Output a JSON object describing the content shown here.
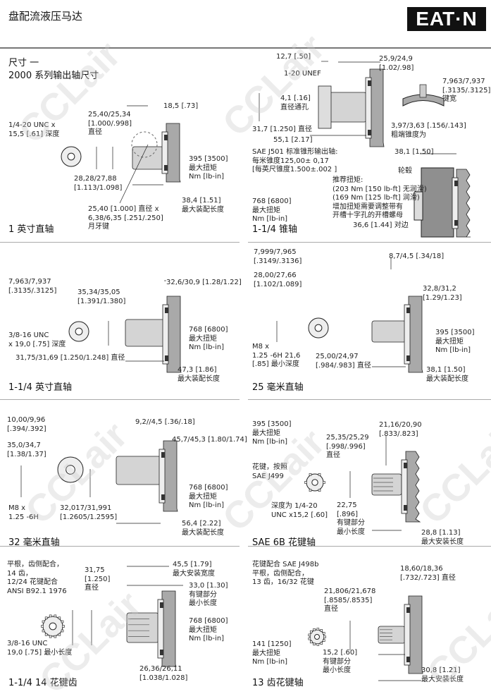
{
  "header": {
    "title": "盘配流液压马达",
    "logo": "EATON",
    "section": "尺寸 一",
    "subtitle": "2000 系列输出轴尺寸",
    "watermark": "CCLair"
  },
  "panels": {
    "p1": {
      "title": "1 英寸直轴",
      "l1": "1/4-20 UNC x\n15,5 [.61] 深度",
      "l2": "25,40/25,34\n[1.000/.998]\n直径",
      "l3": "18,5 [.73]",
      "l4": "395 [3500]\n最大扭矩\nNm [lb-in]",
      "l5": "28,28/27,88\n[1.113/1.098]",
      "l6": "38,4 [1.51]\n最大装配长度",
      "l7": "25,40 [1.000] 直径 x\n6,38/6,35 [.251/.250]\n月牙键"
    },
    "p2": {
      "title": "1-1/4 锥轴",
      "l1": "12,7 [.50]",
      "l2": "25,9/24,9\n[1.02/.98]",
      "l3": "1-20 UNEF",
      "l4": "4,1 [.16]\n直径通孔",
      "l5": "7,963/7,937\n[.3135/.3125]\n键宽",
      "l6": "31,7 [1.250] 直径",
      "l7": "3,97/3,63 [.156/.143]\n粗端锥度为",
      "l8": "55,1 [2.17]",
      "l9": "SAE J501 标准锥形输出轴:\n每米锥度125,00± 0,17\n[每英尺锥度1.500±.002 ]",
      "l10": "38,1 [1.50]",
      "l11": "轮毂",
      "l12": "推荐扭矩:\n(203 Nm [150 lb-ft] 无润滑)\n(169 Nm [125 lb-ft] 润滑)\n增加扭矩需要调整带有\n开槽十字孔的开槽螺母",
      "l13": "768 [6800]\n最大扭矩\nNm [lb-in]",
      "l14": "36,6 [1.44] 对边"
    },
    "p3": {
      "title": "1-1/4 英寸直轴",
      "l1": "7,963/7,937\n[.3135/.3125]",
      "l2": "35,34/35,05\n[1.391/1.380]",
      "l3": "32,6/30,9 [1.28/1.22]",
      "l4": "3/8-16 UNC\nx 19,0 [.75] 深度",
      "l5": "768 [6800]\n最大扭矩\nNm [lb-in]",
      "l6": "31,75/31,69 [1.250/1.248] 直径",
      "l7": "47,3 [1.86]\n最大装配长度"
    },
    "p4": {
      "title": "25 毫米直轴",
      "l1": "7,999/7,965\n[.3149/.3136]",
      "l2": "8,7/4,5 [.34/18]",
      "l3": "32,8/31,2 [1.29/1.23]",
      "l4": "28,00/27,66\n[1.102/1.089]",
      "l5": "395 [3500]\n最大扭矩\nNm [lb-in]",
      "l6": "M8 x\n1.25 -6H 21,6\n[.85] 最小深度",
      "l7": "25,00/24,97\n[.984/.983] 直径",
      "l8": "38,1 [1.50]\n最大装配长度"
    },
    "p5": {
      "title": "32 毫米直轴",
      "l1": "10,00/9,96\n[.394/.392]",
      "l2": "9,2//4,5 [.36/.18]",
      "l3": "35,0/34,7\n[1.38/1.37]",
      "l4": "45,7/45,3 [1.80/1.74]",
      "l5": "768 [6800]\n最大扭矩\nNm [lb-in]",
      "l6": "M8 x\n1.25 -6H",
      "l7": "32,017/31,991\n[1.2605/1.2595]",
      "l8": "56,4 [2.22]\n最大装配长度"
    },
    "p6": {
      "title": "SAE 6B 花键轴",
      "l1": "395 [3500]\n最大扭矩\nNm [lb-in]",
      "l2": "21,16/20,90\n[.833/.823]",
      "l3": "25,35/25,29\n[.998/.996]\n直径",
      "l4": "花键，按照\nSAE J499",
      "l5": "深度为 1/4-20\nUNC x15,2 [.60]",
      "l6": "22,75\n[.896]\n有键部分\n最小长度",
      "l7": "28,8 [1.13]\n最大安装长度"
    },
    "p7": {
      "title": "1-1/4 14 花键齿",
      "l1": "平根，齿侧配合，\n14 齿，\n12/24 花键配合\nANSI B92.1 1976",
      "l2": "31,75\n[1.250]\n直径",
      "l3": "45,5 [1.79]\n最大安装宽度",
      "l4": "33,0 [1.30]\n有键部分\n最小长度",
      "l5": "768 [6800]\n最大扭矩\nNm [lb-in]",
      "l6": "3/8-16 UNC\n19,0 [.75] 最小长度",
      "l7": "26,36/26,11\n[1.038/1.028]"
    },
    "p8": {
      "title": "13 齿花键轴",
      "l1": "花键配合 SAE J498b\n平根，齿侧配合，\n13 齿，16/32 花键",
      "l2": "18,60/18,36\n[.732/.723] 直径",
      "l3": "21,806/21,678\n[.8585/.8535]\n直径",
      "l4": "141 [1250]\n最大扭矩\nNm [lb-in]",
      "l5": "15,2 [.60]\n有键部分\n最小长度",
      "l6": "30,8 [1.21]\n最大安装长度"
    }
  },
  "colors": {
    "shaft": "#d4d4d4",
    "mount": "#a9a9a9",
    "line": "#222222"
  }
}
